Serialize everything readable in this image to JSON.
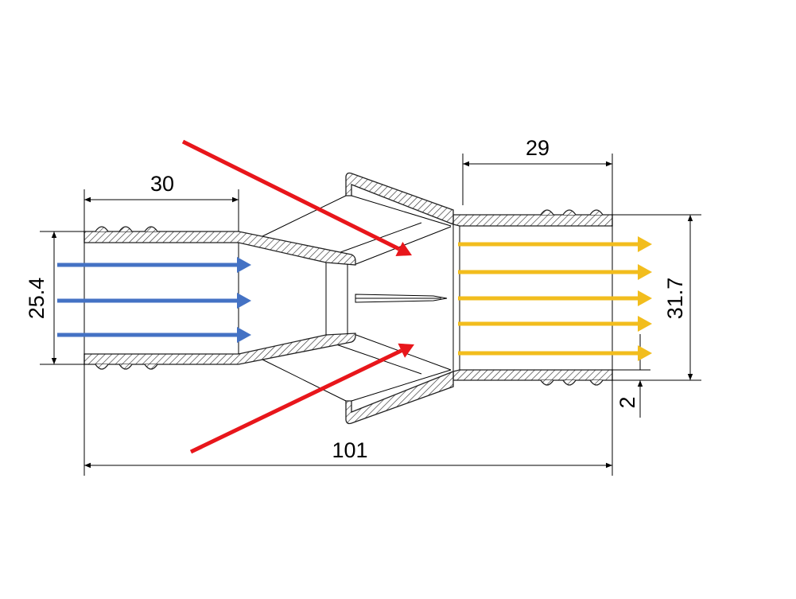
{
  "diagram": {
    "dimensions": {
      "inlet_length": "30",
      "outlet_length": "29",
      "total_length": "101",
      "inlet_diameter": "25.4",
      "outlet_diameter": "31.7",
      "wall_thickness": "2"
    },
    "colors": {
      "inlet_flow": "#4472c4",
      "side_intake": "#e8161b",
      "outlet_flow": "#f2bd1d",
      "line": "#000000"
    },
    "flows": {
      "inlet_arrow_count": 3,
      "side_arrow_count": 2,
      "outlet_arrow_count": 5
    }
  }
}
